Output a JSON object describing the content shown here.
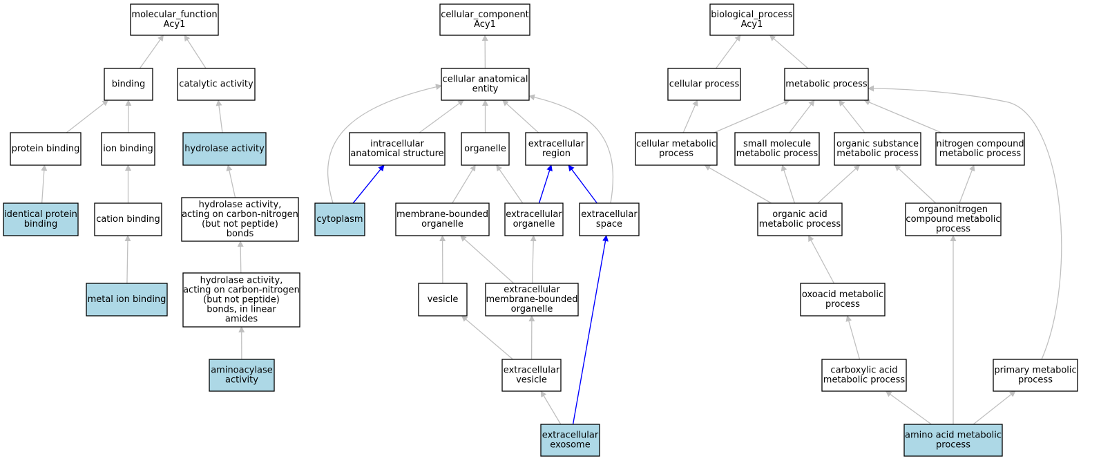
{
  "colors": {
    "highlight_fill": "#add8e6",
    "plain_fill": "#ffffff",
    "edge_gray": "#c0c0c0",
    "edge_blue": "#0000ff"
  },
  "nodes": {
    "mf_root": {
      "lines": [
        "molecular_function",
        "Acy1"
      ],
      "highlight": false
    },
    "binding": {
      "lines": [
        "binding"
      ],
      "highlight": false
    },
    "catalytic": {
      "lines": [
        "catalytic activity"
      ],
      "highlight": false
    },
    "protein_binding": {
      "lines": [
        "protein binding"
      ],
      "highlight": false
    },
    "ion_binding": {
      "lines": [
        "ion binding"
      ],
      "highlight": false
    },
    "hydrolase": {
      "lines": [
        "hydrolase activity"
      ],
      "highlight": true
    },
    "identical_protein": {
      "lines": [
        "identical protein",
        "binding"
      ],
      "highlight": true
    },
    "cation_binding": {
      "lines": [
        "cation binding"
      ],
      "highlight": false
    },
    "hydrolase_cn": {
      "lines": [
        "hydrolase activity,",
        "acting on carbon-nitrogen",
        "(but not peptide)",
        "bonds"
      ],
      "highlight": false
    },
    "metal_ion": {
      "lines": [
        "metal ion binding"
      ],
      "highlight": true
    },
    "hydrolase_cn_linear": {
      "lines": [
        "hydrolase activity,",
        "acting on carbon-nitrogen",
        "(but not peptide)",
        "bonds, in linear",
        "amides"
      ],
      "highlight": false
    },
    "aminoacylase": {
      "lines": [
        "aminoacylase",
        "activity"
      ],
      "highlight": true
    },
    "cc_root": {
      "lines": [
        "cellular_component",
        "Acy1"
      ],
      "highlight": false
    },
    "cae": {
      "lines": [
        "cellular anatomical",
        "entity"
      ],
      "highlight": false
    },
    "intracellular": {
      "lines": [
        "intracellular",
        "anatomical structure"
      ],
      "highlight": false
    },
    "organelle": {
      "lines": [
        "organelle"
      ],
      "highlight": false
    },
    "ext_region": {
      "lines": [
        "extracellular",
        "region"
      ],
      "highlight": false
    },
    "cytoplasm": {
      "lines": [
        "cytoplasm"
      ],
      "highlight": true
    },
    "mbo": {
      "lines": [
        "membrane-bounded",
        "organelle"
      ],
      "highlight": false
    },
    "ext_organelle": {
      "lines": [
        "extracellular",
        "organelle"
      ],
      "highlight": false
    },
    "ext_space": {
      "lines": [
        "extracellular",
        "space"
      ],
      "highlight": false
    },
    "vesicle": {
      "lines": [
        "vesicle"
      ],
      "highlight": false
    },
    "ext_mbo": {
      "lines": [
        "extracellular",
        "membrane-bounded",
        "organelle"
      ],
      "highlight": false
    },
    "ext_vesicle": {
      "lines": [
        "extracellular",
        "vesicle"
      ],
      "highlight": false
    },
    "ext_exosome": {
      "lines": [
        "extracellular",
        "exosome"
      ],
      "highlight": true
    },
    "bp_root": {
      "lines": [
        "biological_process",
        "Acy1"
      ],
      "highlight": false
    },
    "cellular_process": {
      "lines": [
        "cellular process"
      ],
      "highlight": false
    },
    "metabolic_process": {
      "lines": [
        "metabolic process"
      ],
      "highlight": false
    },
    "cmp": {
      "lines": [
        "cellular metabolic",
        "process"
      ],
      "highlight": false
    },
    "smmp": {
      "lines": [
        "small molecule",
        "metabolic process"
      ],
      "highlight": false
    },
    "osmp": {
      "lines": [
        "organic substance",
        "metabolic process"
      ],
      "highlight": false
    },
    "ncmp": {
      "lines": [
        "nitrogen compound",
        "metabolic process"
      ],
      "highlight": false
    },
    "oamp": {
      "lines": [
        "organic acid",
        "metabolic process"
      ],
      "highlight": false
    },
    "ocmp": {
      "lines": [
        "organonitrogen",
        "compound metabolic",
        "process"
      ],
      "highlight": false
    },
    "oxoacid": {
      "lines": [
        "oxoacid metabolic",
        "process"
      ],
      "highlight": false
    },
    "carboxylic": {
      "lines": [
        "carboxylic acid",
        "metabolic process"
      ],
      "highlight": false
    },
    "primary": {
      "lines": [
        "primary metabolic",
        "process"
      ],
      "highlight": false
    },
    "aamp": {
      "lines": [
        "amino acid metabolic",
        "process"
      ],
      "highlight": true
    }
  },
  "edges": [
    {
      "from": "binding",
      "to": "mf_root",
      "style": "gray"
    },
    {
      "from": "catalytic",
      "to": "mf_root",
      "style": "gray"
    },
    {
      "from": "protein_binding",
      "to": "binding",
      "style": "gray"
    },
    {
      "from": "ion_binding",
      "to": "binding",
      "style": "gray"
    },
    {
      "from": "hydrolase",
      "to": "catalytic",
      "style": "gray"
    },
    {
      "from": "identical_protein",
      "to": "protein_binding",
      "style": "gray"
    },
    {
      "from": "cation_binding",
      "to": "ion_binding",
      "style": "gray"
    },
    {
      "from": "hydrolase_cn",
      "to": "hydrolase",
      "style": "gray"
    },
    {
      "from": "metal_ion",
      "to": "cation_binding",
      "style": "gray"
    },
    {
      "from": "hydrolase_cn_linear",
      "to": "hydrolase_cn",
      "style": "gray"
    },
    {
      "from": "aminoacylase",
      "to": "hydrolase_cn_linear",
      "style": "gray"
    },
    {
      "from": "cae",
      "to": "cc_root",
      "style": "gray"
    },
    {
      "from": "intracellular",
      "to": "cae",
      "style": "gray"
    },
    {
      "from": "organelle",
      "to": "cae",
      "style": "gray"
    },
    {
      "from": "ext_region",
      "to": "cae",
      "style": "gray"
    },
    {
      "from": "cytoplasm",
      "to": "cae",
      "style": "gray"
    },
    {
      "from": "ext_space",
      "to": "cae",
      "style": "gray"
    },
    {
      "from": "cytoplasm",
      "to": "intracellular",
      "style": "blue"
    },
    {
      "from": "mbo",
      "to": "organelle",
      "style": "gray"
    },
    {
      "from": "ext_organelle",
      "to": "organelle",
      "style": "gray"
    },
    {
      "from": "ext_organelle",
      "to": "ext_region",
      "style": "blue"
    },
    {
      "from": "ext_space",
      "to": "ext_region",
      "style": "blue"
    },
    {
      "from": "vesicle",
      "to": "mbo",
      "style": "gray"
    },
    {
      "from": "ext_mbo",
      "to": "mbo",
      "style": "gray"
    },
    {
      "from": "ext_mbo",
      "to": "ext_organelle",
      "style": "gray"
    },
    {
      "from": "ext_vesicle",
      "to": "vesicle",
      "style": "gray"
    },
    {
      "from": "ext_vesicle",
      "to": "ext_mbo",
      "style": "gray"
    },
    {
      "from": "ext_exosome",
      "to": "ext_vesicle",
      "style": "gray"
    },
    {
      "from": "ext_exosome",
      "to": "ext_space",
      "style": "blue"
    },
    {
      "from": "cellular_process",
      "to": "bp_root",
      "style": "gray"
    },
    {
      "from": "metabolic_process",
      "to": "bp_root",
      "style": "gray"
    },
    {
      "from": "cmp",
      "to": "cellular_process",
      "style": "gray"
    },
    {
      "from": "cmp",
      "to": "metabolic_process",
      "style": "gray"
    },
    {
      "from": "smmp",
      "to": "metabolic_process",
      "style": "gray"
    },
    {
      "from": "osmp",
      "to": "metabolic_process",
      "style": "gray"
    },
    {
      "from": "ncmp",
      "to": "metabolic_process",
      "style": "gray"
    },
    {
      "from": "primary",
      "to": "metabolic_process",
      "style": "gray"
    },
    {
      "from": "oamp",
      "to": "cmp",
      "style": "gray"
    },
    {
      "from": "oamp",
      "to": "smmp",
      "style": "gray"
    },
    {
      "from": "oamp",
      "to": "osmp",
      "style": "gray"
    },
    {
      "from": "ocmp",
      "to": "osmp",
      "style": "gray"
    },
    {
      "from": "ocmp",
      "to": "ncmp",
      "style": "gray"
    },
    {
      "from": "oxoacid",
      "to": "oamp",
      "style": "gray"
    },
    {
      "from": "carboxylic",
      "to": "oxoacid",
      "style": "gray"
    },
    {
      "from": "aamp",
      "to": "carboxylic",
      "style": "gray"
    },
    {
      "from": "aamp",
      "to": "ocmp",
      "style": "gray"
    },
    {
      "from": "aamp",
      "to": "primary",
      "style": "gray"
    }
  ]
}
